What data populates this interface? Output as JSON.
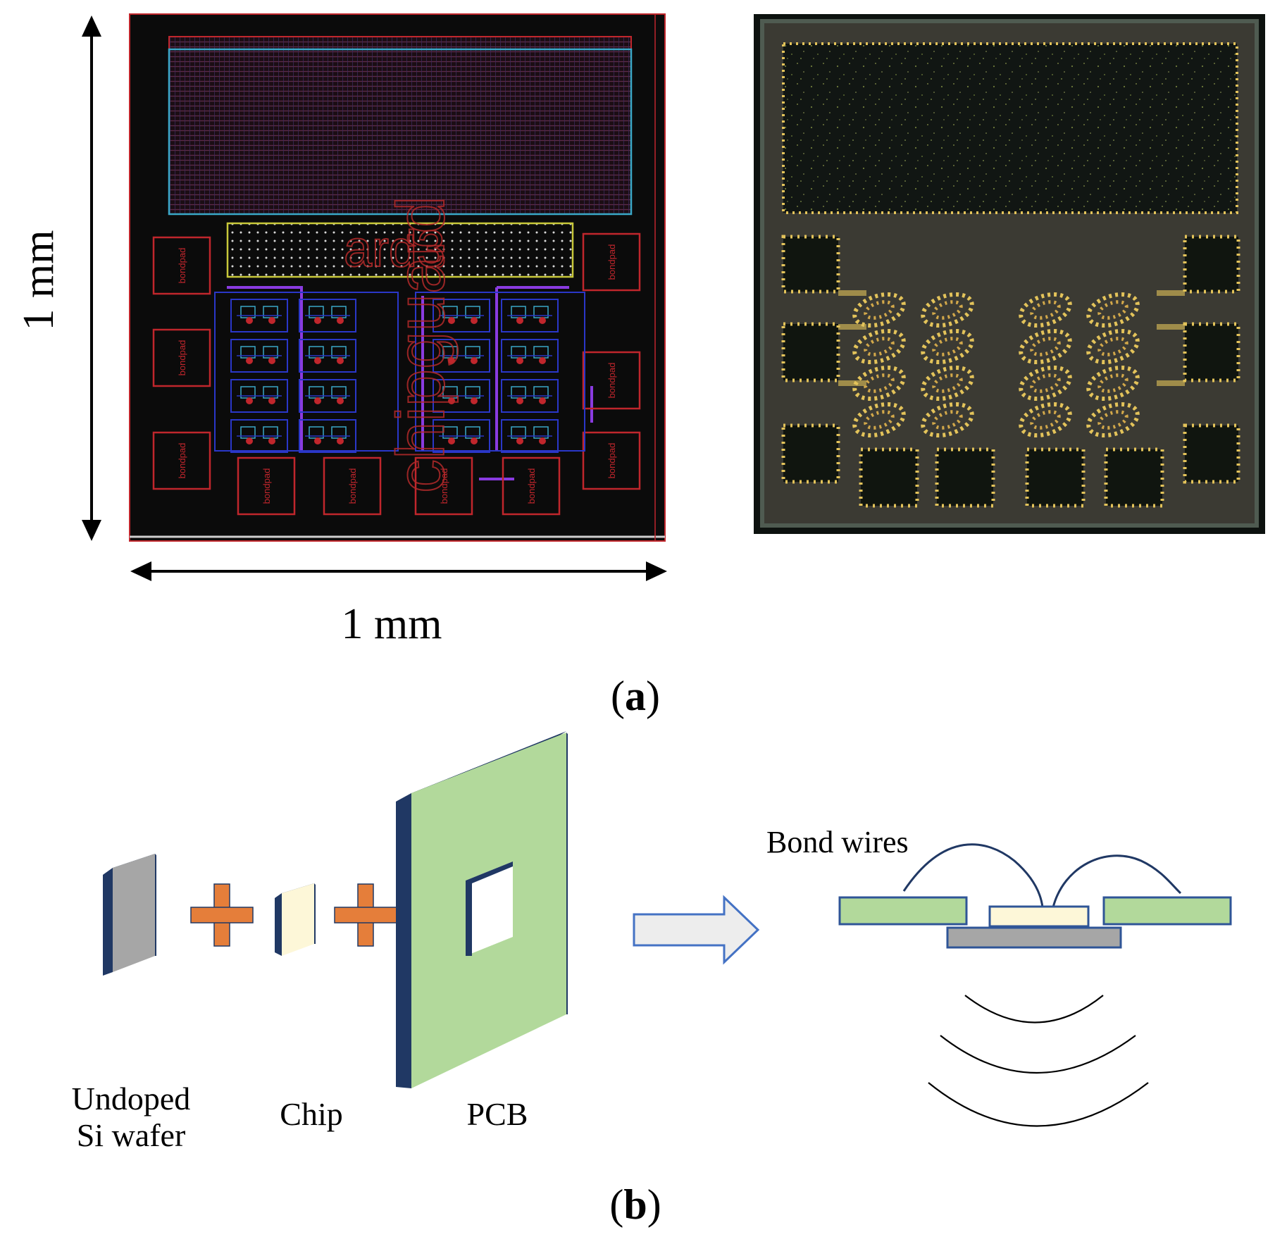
{
  "panel_a": {
    "label": "(a)",
    "label_open": "(",
    "label_letter": "a",
    "label_close": ")",
    "dim_vertical": "1 mm",
    "dim_horizontal": "1 mm",
    "layout": {
      "watermark_vertical": "chipguard",
      "watermark_chip_id": "ard3",
      "pad_label": "bondpad",
      "colors": {
        "background": "#0b0b0b",
        "pad": "#c0262c",
        "cell_stroke": "#2a37c8",
        "route": "#8a3be0",
        "array_stroke": "#3aa8c8",
        "active_box": "#c8c83a"
      }
    },
    "photo": {
      "colors": {
        "die": "#3b3a33",
        "dark_area": "#121613",
        "pad_dots": "#e3c35a",
        "border": "#4f5b51"
      }
    }
  },
  "panel_b": {
    "label": "(b)",
    "label_open": "(",
    "label_letter": "b",
    "label_close": ")",
    "parts": [
      {
        "name": "Undoped Si wafer",
        "lines": [
          "Undoped",
          "Si wafer"
        ],
        "color": "#a6a6a6"
      },
      {
        "name": "Chip",
        "lines": [
          "Chip"
        ],
        "color": "#fdf7d8"
      },
      {
        "name": "PCB",
        "lines": [
          "PCB"
        ],
        "color": "#b2d99b"
      }
    ],
    "plus_color": "#e57e3a",
    "edge_color": "#203864",
    "arrow_color": "#4472c4",
    "bond_wires_label": "Bond wires"
  }
}
